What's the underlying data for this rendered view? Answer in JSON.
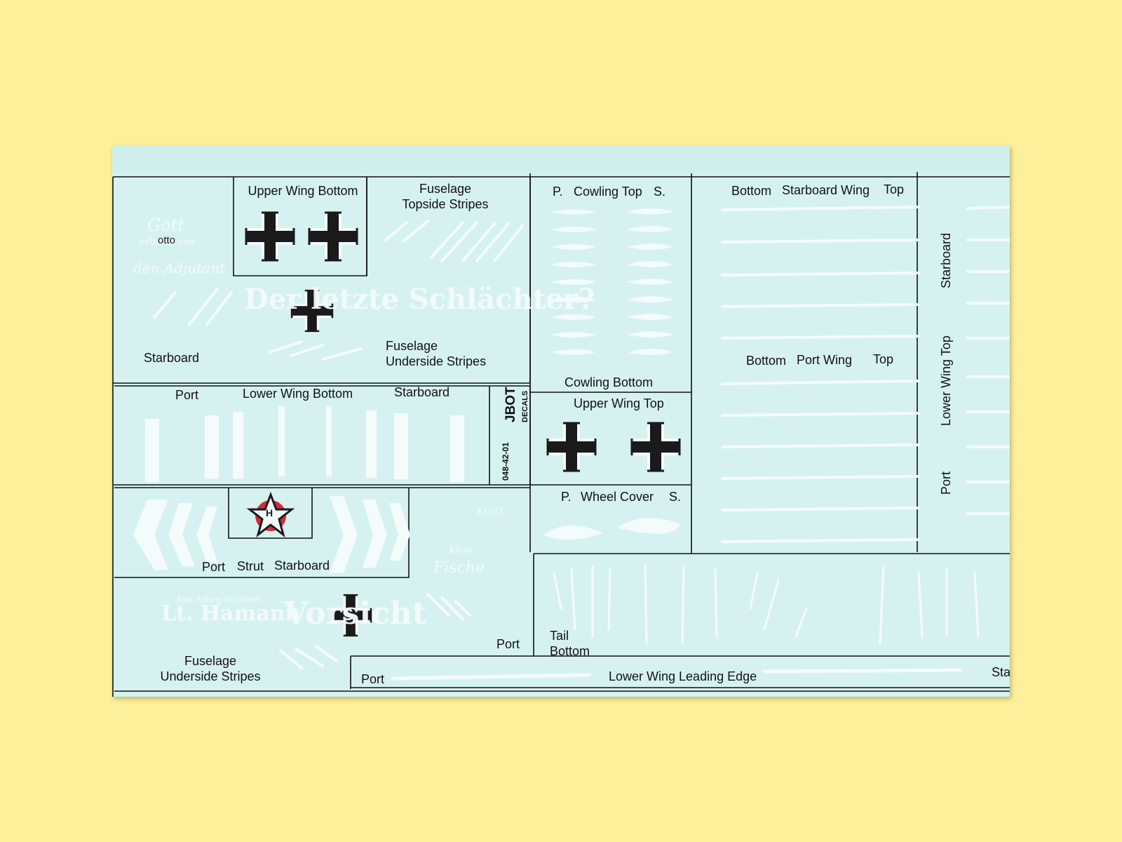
{
  "labels": {
    "upper_wing_bottom": "Upper Wing Bottom",
    "fuselage_topside_1": "Fuselage",
    "fuselage_topside_2": "Topside Stripes",
    "cowling_top_p": "P.",
    "cowling_top": "Cowling Top",
    "cowling_top_s": "S.",
    "cowling_bottom": "Cowling Bottom",
    "bottom_1": "Bottom",
    "starboard_wing": "Starboard Wing",
    "top_1": "Top",
    "bottom_2": "Bottom",
    "port_wing": "Port Wing",
    "top_2": "Top",
    "vert_starboard": "Starboard",
    "vert_lower_wing_top": "Lower Wing Top",
    "vert_port": "Port",
    "starboard_left": "Starboard",
    "fuselage_underside_1": "Fuselage",
    "fuselage_underside_2": "Underside Stripes",
    "lw_port": "Port",
    "lower_wing_bottom": "Lower Wing Bottom",
    "lw_starboard": "Starboard",
    "upper_wing_top": "Upper Wing Top",
    "wheel_p": "P.",
    "wheel_cover": "Wheel Cover",
    "wheel_s": "S.",
    "strut_port": "Port",
    "strut": "Strut",
    "strut_starboard": "Starboard",
    "port_mid": "Port",
    "tail_1": "Tail",
    "tail_2": "Bottom",
    "fus2_1": "Fuselage",
    "fus2_2": "Underside Stripes",
    "lwle_port": "Port",
    "lower_wing_leading_edge": "Lower Wing Leading Edge",
    "lwle_sta": "Sta",
    "jbot": "JBOT",
    "decals": "DECALS",
    "code": "048-42-01"
  },
  "white_text": {
    "gott_1": "Gott",
    "gott_2": "erhalte uns",
    "gott_3": "den Adjutant",
    "otto": "otto",
    "der_letzte": "Der letzte Schlächter?",
    "kurt": "KURT",
    "klein": "Klein",
    "fische": "Fische",
    "alter_anfang": "Aller Anfang ist schwer",
    "lt_hamann": "Lt. Hamann",
    "vorsicht": "Vorsicht",
    "emblem_h": "H",
    "mark_s": "S"
  },
  "colors": {
    "background": "#fdf09a",
    "sheet": "#d6f2f0",
    "lines": "#111111",
    "decal_white": "#f4fbfb",
    "cross_black": "#1a1a1a",
    "emblem_red": "#d42b3a"
  }
}
